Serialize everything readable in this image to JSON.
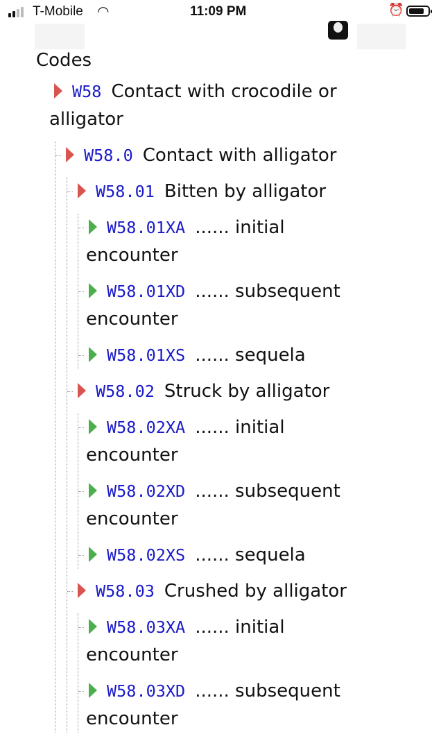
{
  "status_bar": {
    "carrier": "T-Mobile",
    "time": "11:09 PM",
    "signal_bars": 2
  },
  "heading": "Codes",
  "colors": {
    "code": "#1a1ac8",
    "expand_red": "#d9534f",
    "leaf_green": "#4cae4c"
  },
  "tree": [
    {
      "code": "W58",
      "desc": "Contact with crocodile or alligator",
      "icon": "red",
      "children": [
        {
          "code": "W58.0",
          "desc": "Contact with alligator",
          "icon": "red",
          "children": [
            {
              "code": "W58.01",
              "desc": "Bitten by alligator",
              "icon": "red",
              "children": [
                {
                  "code": "W58.01XA",
                  "desc": "...... initial encounter",
                  "icon": "green"
                },
                {
                  "code": "W58.01XD",
                  "desc": "...... subsequent encounter",
                  "icon": "green"
                },
                {
                  "code": "W58.01XS",
                  "desc": "...... sequela",
                  "icon": "green"
                }
              ]
            },
            {
              "code": "W58.02",
              "desc": "Struck by alligator",
              "icon": "red",
              "children": [
                {
                  "code": "W58.02XA",
                  "desc": "...... initial encounter",
                  "icon": "green"
                },
                {
                  "code": "W58.02XD",
                  "desc": "...... subsequent encounter",
                  "icon": "green"
                },
                {
                  "code": "W58.02XS",
                  "desc": "...... sequela",
                  "icon": "green"
                }
              ]
            },
            {
              "code": "W58.03",
              "desc": "Crushed by alligator",
              "icon": "red",
              "children": [
                {
                  "code": "W58.03XA",
                  "desc": "...... initial encounter",
                  "icon": "green"
                },
                {
                  "code": "W58.03XD",
                  "desc": "...... subsequent encounter",
                  "icon": "green"
                }
              ]
            }
          ]
        }
      ]
    }
  ]
}
